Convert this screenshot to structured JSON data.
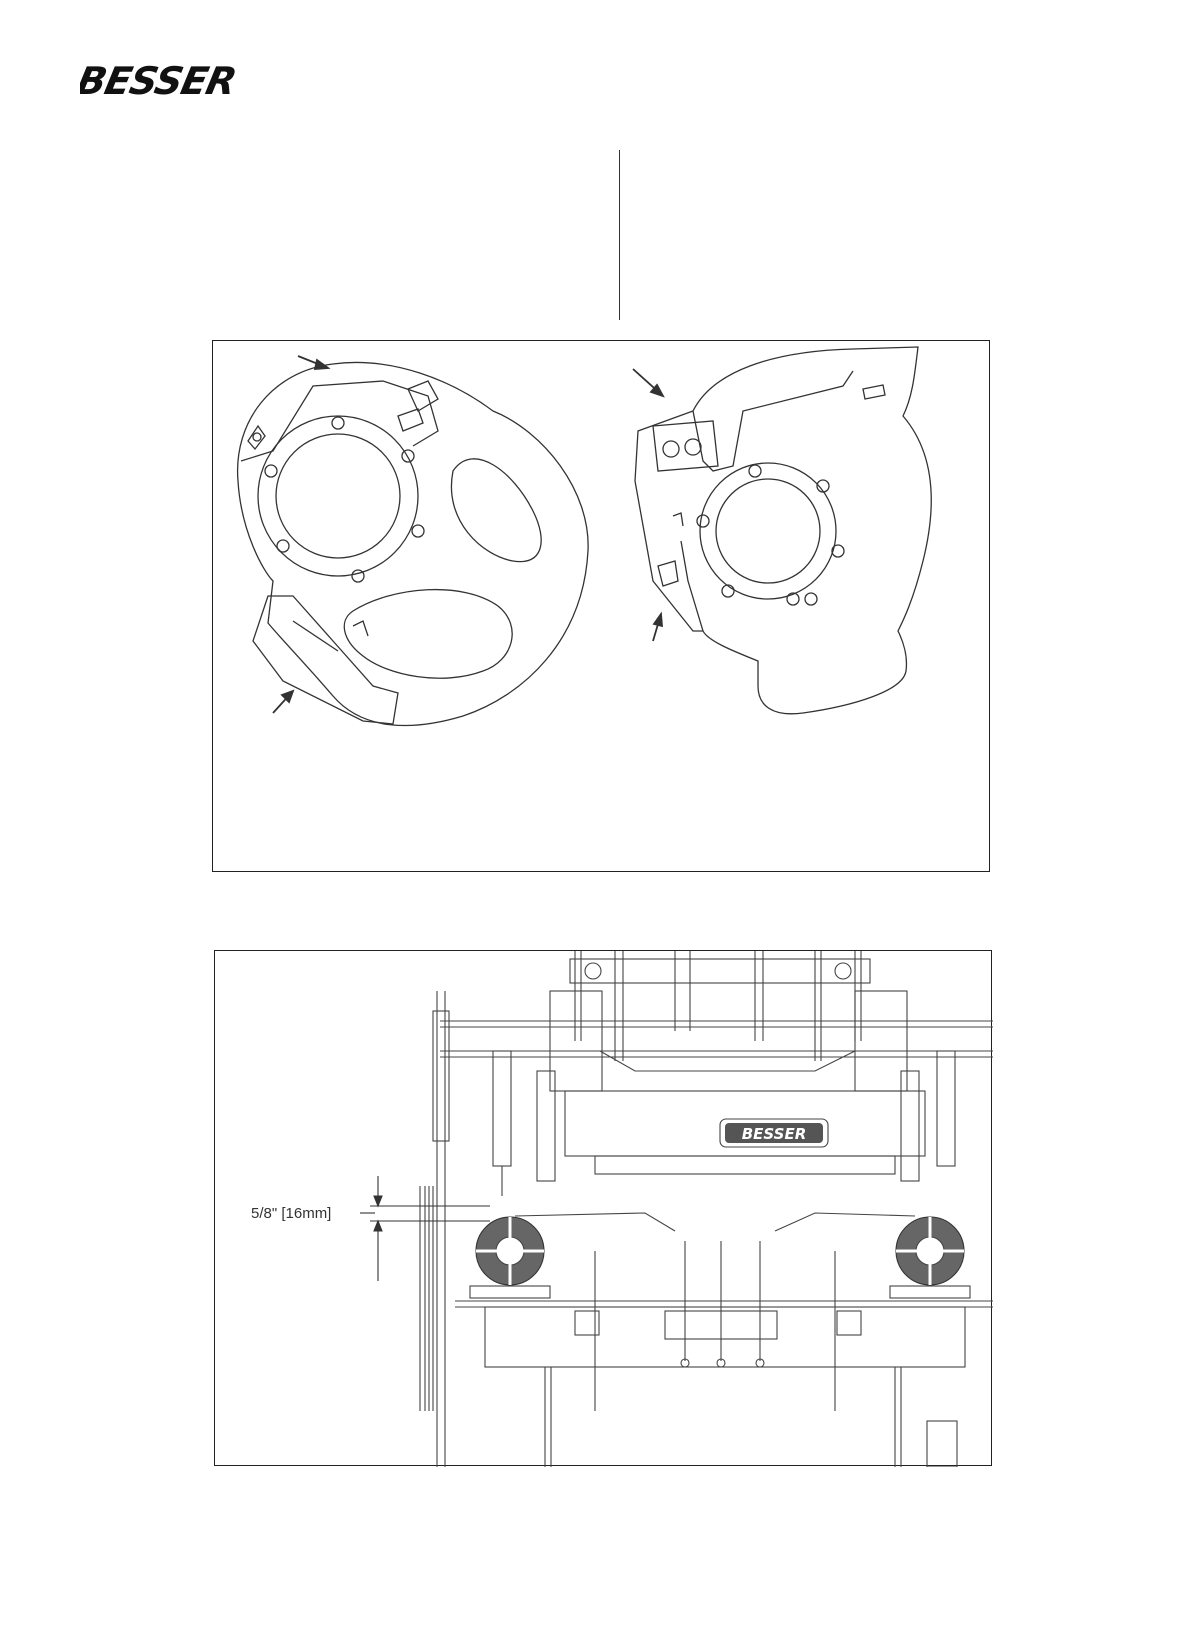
{
  "header": {
    "brand_logo_text": "BESSER"
  },
  "figure_1": {
    "description_items": []
  },
  "figure_2": {
    "dimension_label": "5/8\" [16mm]",
    "plate_logo_text": "BESSER"
  }
}
